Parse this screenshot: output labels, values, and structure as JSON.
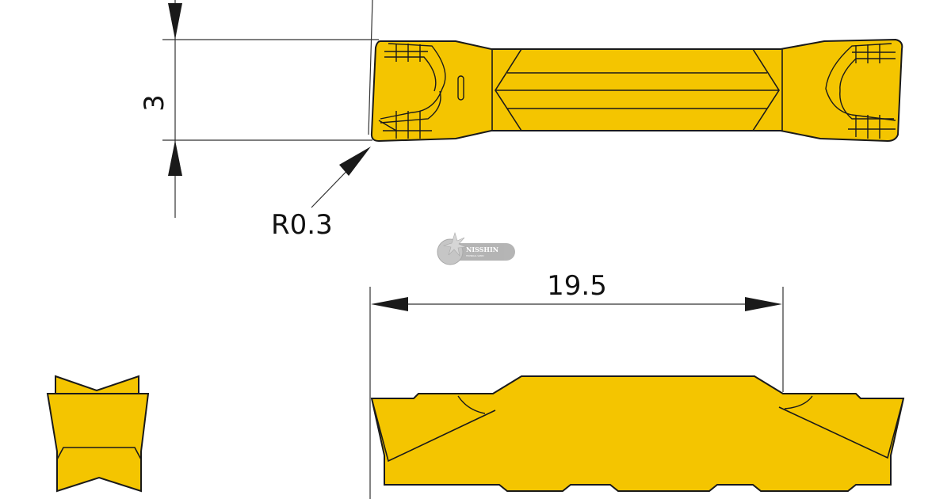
{
  "dimensions": {
    "width_label": "3",
    "radius_label": "R0.3",
    "length_label": "19.5"
  },
  "watermark": {
    "brand": "NISSHIN",
    "tagline": "TECHNICAL SUPPLY"
  },
  "colors": {
    "insert_fill": "#F4C500",
    "outline": "#1a1a1a",
    "dimension_line": "#333333",
    "background": "#ffffff"
  }
}
